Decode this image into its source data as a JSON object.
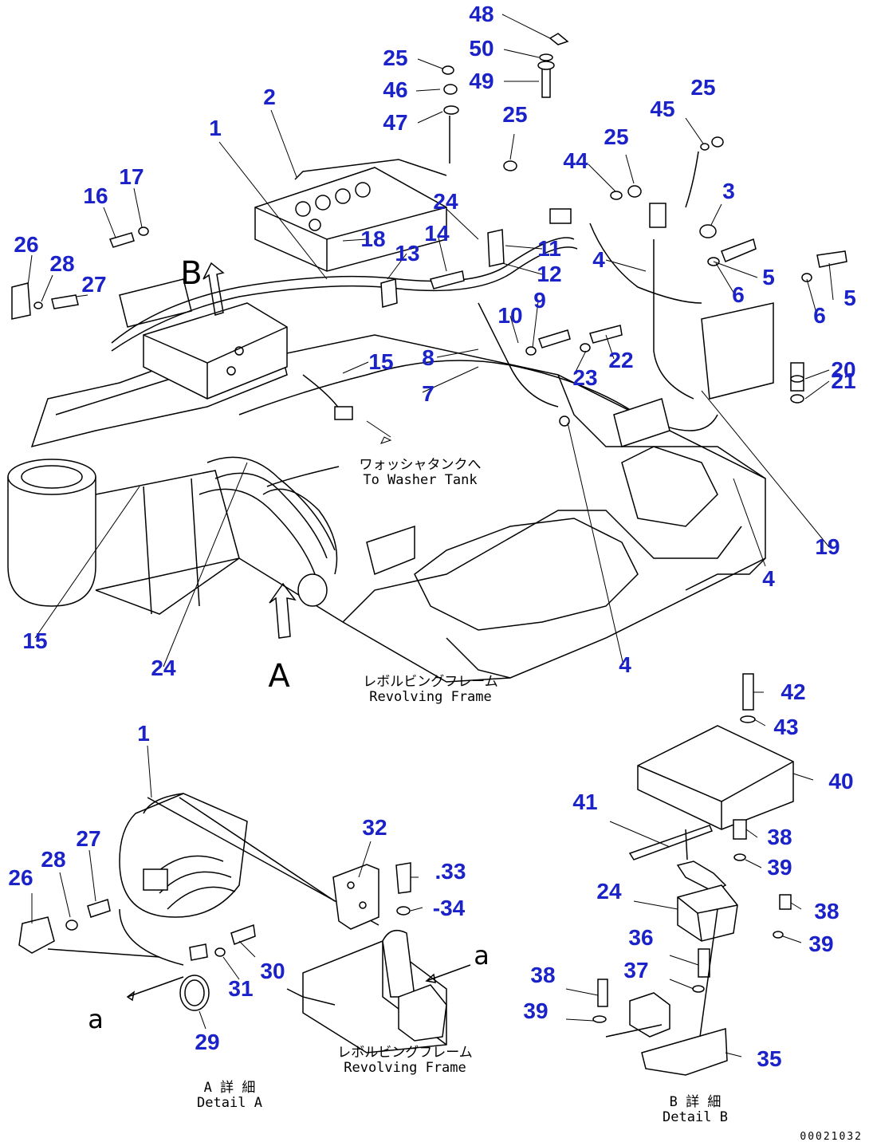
{
  "style": {
    "callout_color": "#1a22c8",
    "line_color": "#000000",
    "background": "#ffffff"
  },
  "callouts": [
    {
      "id": "c48",
      "text": "48"
    },
    {
      "id": "c50",
      "text": "50"
    },
    {
      "id": "c49",
      "text": "49"
    },
    {
      "id": "c25a",
      "text": "25"
    },
    {
      "id": "c46",
      "text": "46"
    },
    {
      "id": "c47",
      "text": "47"
    },
    {
      "id": "c25b",
      "text": "25"
    },
    {
      "id": "c25c",
      "text": "25"
    },
    {
      "id": "c45",
      "text": "45"
    },
    {
      "id": "c25d",
      "text": "25"
    },
    {
      "id": "c44",
      "text": "44"
    },
    {
      "id": "c3",
      "text": "3"
    },
    {
      "id": "c2",
      "text": "2"
    },
    {
      "id": "c1a",
      "text": "1"
    },
    {
      "id": "c17",
      "text": "17"
    },
    {
      "id": "c16",
      "text": "16"
    },
    {
      "id": "c26a",
      "text": "26"
    },
    {
      "id": "c28a",
      "text": "28"
    },
    {
      "id": "c27a",
      "text": "27"
    },
    {
      "id": "c18",
      "text": "18"
    },
    {
      "id": "c13",
      "text": "13"
    },
    {
      "id": "c24a",
      "text": "24"
    },
    {
      "id": "c14",
      "text": "14"
    },
    {
      "id": "c11",
      "text": "11"
    },
    {
      "id": "c12",
      "text": "12"
    },
    {
      "id": "c4a",
      "text": "4"
    },
    {
      "id": "c5a",
      "text": "5"
    },
    {
      "id": "c6a",
      "text": "6"
    },
    {
      "id": "c5b",
      "text": "5"
    },
    {
      "id": "c6b",
      "text": "6"
    },
    {
      "id": "c9",
      "text": "9"
    },
    {
      "id": "c10",
      "text": "10"
    },
    {
      "id": "c8",
      "text": "8"
    },
    {
      "id": "c15a",
      "text": "15"
    },
    {
      "id": "c7",
      "text": "7"
    },
    {
      "id": "c23",
      "text": "23"
    },
    {
      "id": "c22",
      "text": "22"
    },
    {
      "id": "c20",
      "text": "20"
    },
    {
      "id": "c21",
      "text": "21"
    },
    {
      "id": "c19",
      "text": "19"
    },
    {
      "id": "c4b",
      "text": "4"
    },
    {
      "id": "c15b",
      "text": "15"
    },
    {
      "id": "c24b",
      "text": "24"
    },
    {
      "id": "c4c",
      "text": "4"
    },
    {
      "id": "c42",
      "text": "42"
    },
    {
      "id": "c43",
      "text": "43"
    },
    {
      "id": "c40",
      "text": "40"
    },
    {
      "id": "c41",
      "text": "41"
    },
    {
      "id": "c38a",
      "text": "38"
    },
    {
      "id": "c39a",
      "text": "39"
    },
    {
      "id": "c24c",
      "text": "24"
    },
    {
      "id": "c38b",
      "text": "38"
    },
    {
      "id": "c39b",
      "text": "39"
    },
    {
      "id": "c36",
      "text": "36"
    },
    {
      "id": "c37",
      "text": "37"
    },
    {
      "id": "c38c",
      "text": "38"
    },
    {
      "id": "c39c",
      "text": "39"
    },
    {
      "id": "c35",
      "text": "35"
    },
    {
      "id": "c1b",
      "text": "1"
    },
    {
      "id": "c32",
      "text": "32"
    },
    {
      "id": "c33",
      "text": ".33"
    },
    {
      "id": "c34",
      "text": "-34"
    },
    {
      "id": "c27b",
      "text": "27"
    },
    {
      "id": "c26b",
      "text": "26"
    },
    {
      "id": "c28b",
      "text": "28"
    },
    {
      "id": "c30",
      "text": "30"
    },
    {
      "id": "c31",
      "text": "31"
    },
    {
      "id": "c29",
      "text": "29"
    }
  ],
  "notes": {
    "washer_tank": "ワォッシャタンクへ\nTo Washer Tank",
    "revolving_frame_main": "レボルビングフレーム\nRevolving Frame",
    "revolving_frame_detail": "レボルビングフレーム\nRevolving Frame",
    "detail_a": "A 詳 細\nDetail A",
    "detail_b": "B 詳 細\nDetail B"
  },
  "view_letters": {
    "arrow_a": "A",
    "arrow_b": "B",
    "section_a": "a",
    "section_a2": "a"
  },
  "doc_number": "00021032"
}
